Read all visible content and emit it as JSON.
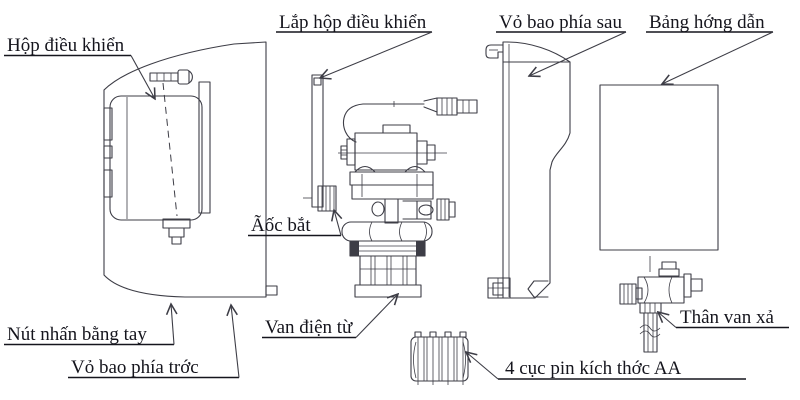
{
  "labels": {
    "control_box": "Hộp điều khiển",
    "mount_control_box": "Lắp hộp điều khiển",
    "rear_cover": "Vỏ bao phía sau",
    "instruction_sheet": "Bảng hớng dẫn",
    "mounting_nut": "Ãốc bắt",
    "manual_push_button": "Nút nhấn bằng tay",
    "front_cover": "Vỏ bao phía trớc",
    "solenoid_valve": "Van điện từ",
    "flush_valve_body": "Thân van xả",
    "battery_pack": "4 cục pin kích thớc AA"
  },
  "colors": {
    "line": "#3d3d46",
    "text": "#15151d",
    "background": "#ffffff"
  }
}
